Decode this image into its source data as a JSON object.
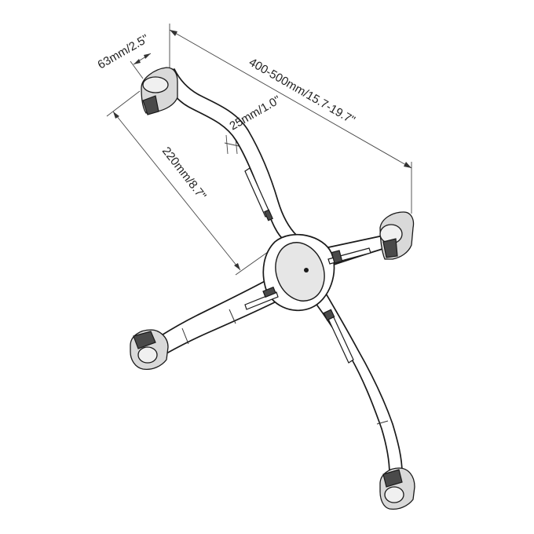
{
  "dimensions": {
    "clamp_width": "63mm/2.5\"",
    "arm_width": "25mm/1.0\"",
    "total_width": "400-500mm/15.7-19.7\"",
    "height": "220mm/8.7\""
  }
}
